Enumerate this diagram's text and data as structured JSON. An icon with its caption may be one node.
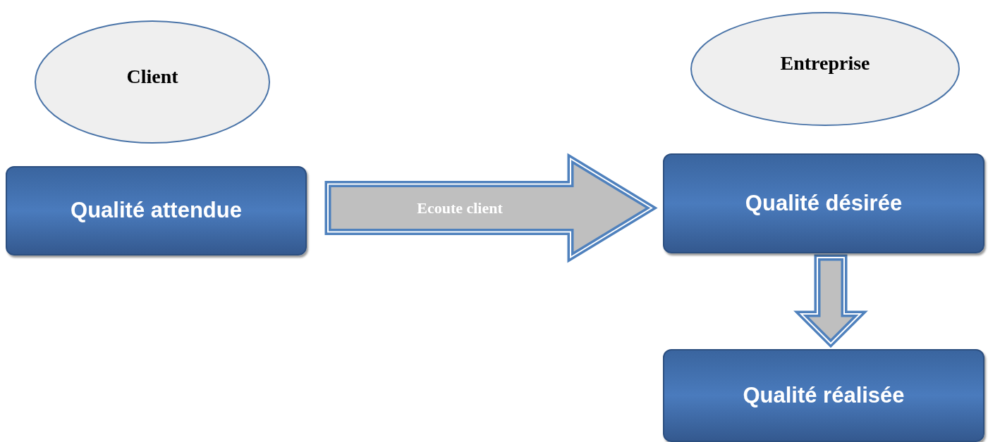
{
  "diagram": {
    "nodes": [
      {
        "text": [
          "Client"
        ]
      },
      {
        "text": [
          "Entreprise"
        ]
      },
      {
        "text": [
          "Qualité attendue"
        ]
      },
      {
        "text": [
          "Qualité désirée"
        ]
      },
      {
        "text": [
          "Qualité réalisée"
        ]
      }
    ],
    "edges": [
      {
        "from": 2,
        "to": 3,
        "arrow": "to",
        "label": "Ecoute client",
        "style": "thick"
      },
      {
        "from": 3,
        "to": 4,
        "arrow": "to",
        "style": "thick"
      }
    ]
  }
}
